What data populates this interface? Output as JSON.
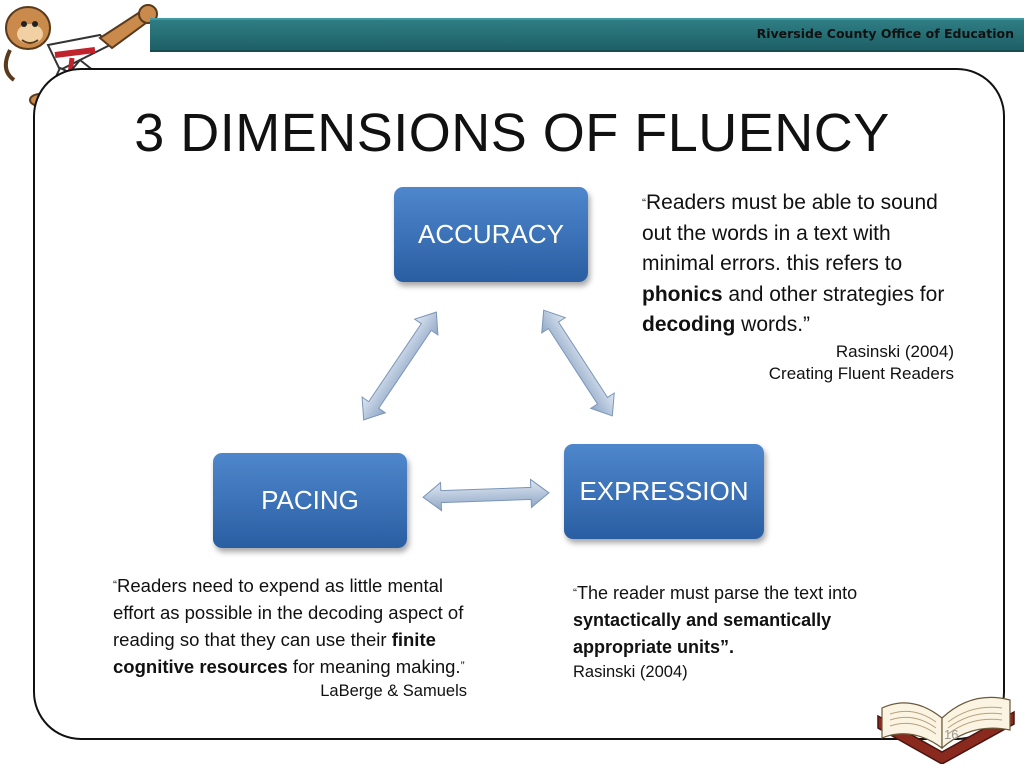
{
  "header": {
    "org": "Riverside County Office of Education"
  },
  "slide": {
    "title": "3 DIMENSIONS OF FLUENCY",
    "page_number": "16"
  },
  "nodes": {
    "accuracy": "ACCURACY",
    "pacing": "PACING",
    "expression": "EXPRESSION"
  },
  "quotes": {
    "accuracy": {
      "open": "“",
      "line1": "Readers must be able to sound out the words in a text with minimal errors. this refers to ",
      "bold1": "phonics",
      "line2": " and other strategies for ",
      "bold2": "decoding",
      "line3": " words.”",
      "cite1": "Rasinski (2004)",
      "cite2": "Creating Fluent Readers"
    },
    "pacing": {
      "open": "“",
      "line1": "Readers need to expend as little mental effort as possible in the decoding aspect of reading so that they can use their ",
      "bold1": "finite cognitive resources",
      "line2": " for meaning making.",
      "close": "”",
      "cite": "LaBerge & Samuels"
    },
    "expression": {
      "open": "“",
      "line1": "The reader must parse the text into ",
      "bold1": "syntactically and semantically appropriate units”.",
      "cite": "Rasinski (2004)"
    }
  },
  "colors": {
    "header_bar": "#1d6066",
    "node_fill": "#3a6fb8",
    "arrow_fill": "#a9bdd6"
  },
  "icons": {
    "mascot": "karate-monkey-icon",
    "book": "open-book-icon"
  }
}
